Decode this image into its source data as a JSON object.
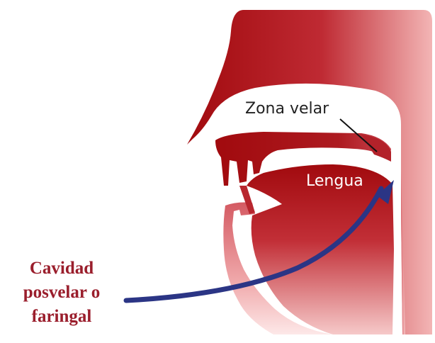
{
  "labels": {
    "zona_velar": "Zona velar",
    "lengua": "Lengua",
    "cavidad": "Cavidad posvelar o faringal"
  },
  "colors": {
    "tissue_dark": "#a10a0e",
    "tissue_light": "#f2b3b3",
    "arrow": "#2b3585",
    "caption": "#9a1e2c"
  }
}
